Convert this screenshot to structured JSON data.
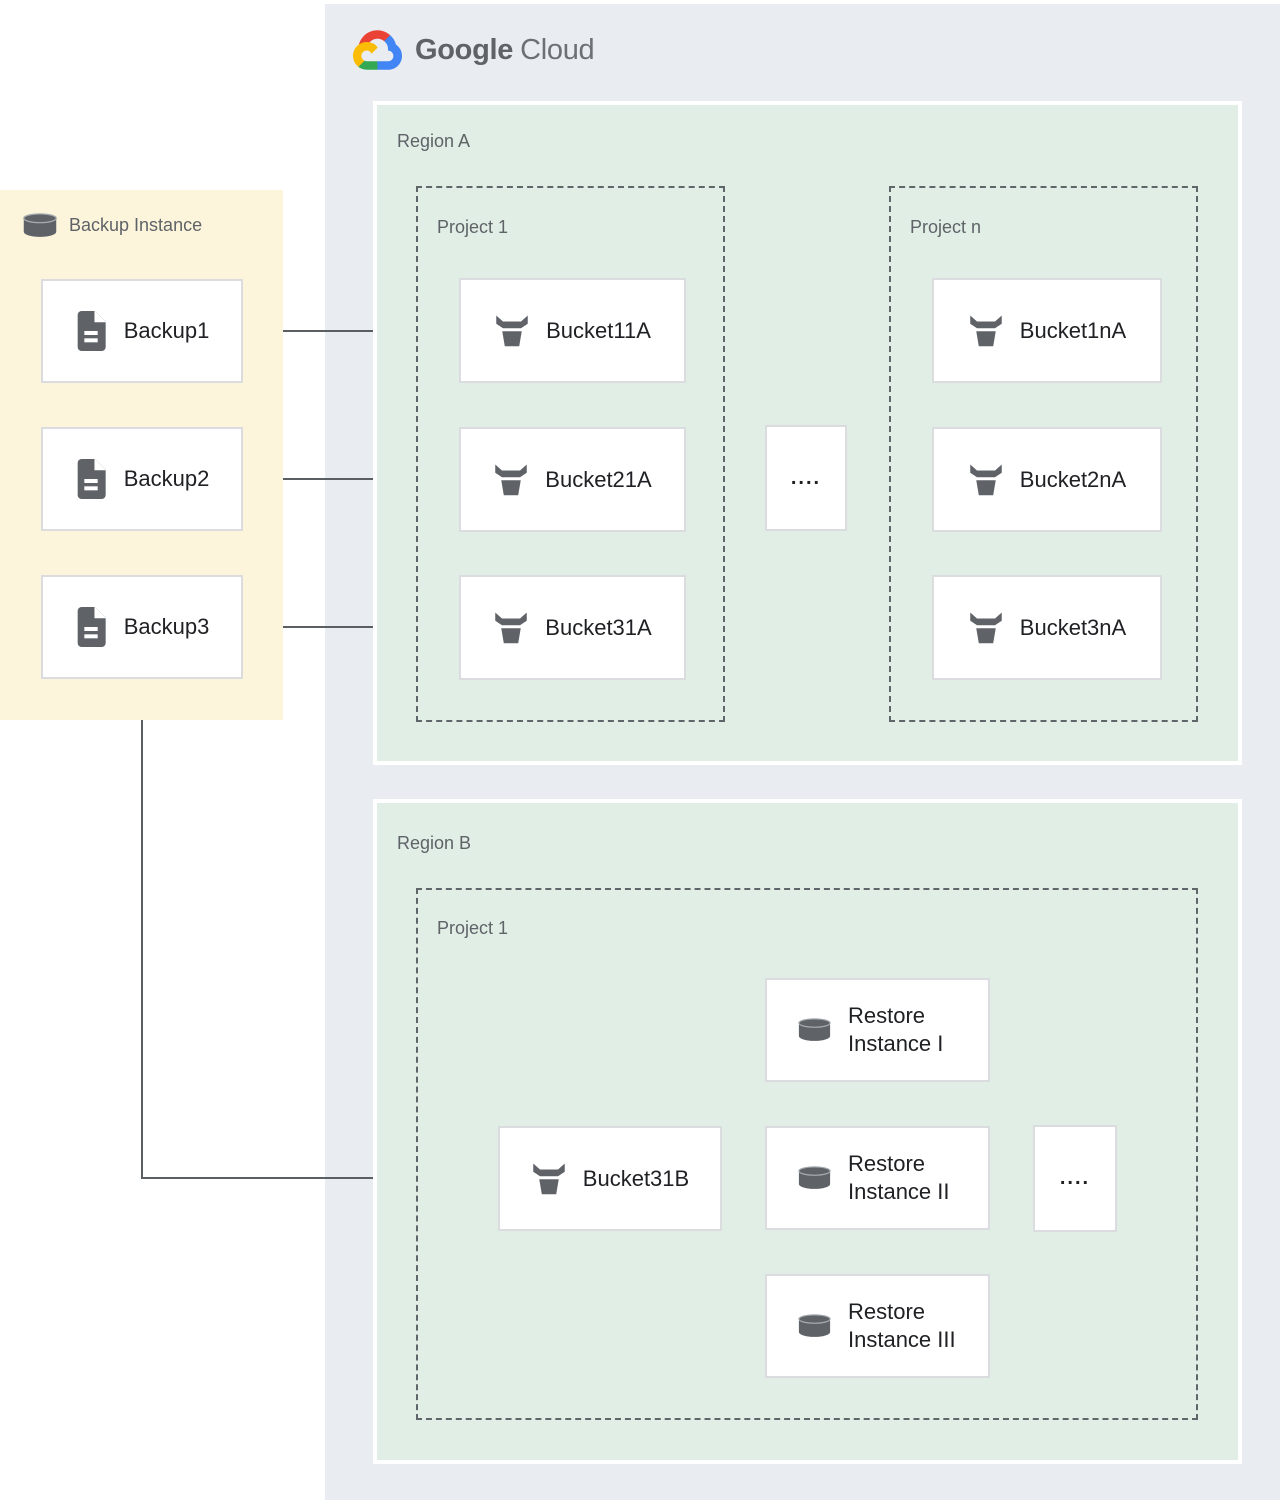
{
  "logo": {
    "google": "Google",
    "cloud": "Cloud"
  },
  "backup_panel": {
    "title": "Backup Instance",
    "items": [
      {
        "label": "Backup1"
      },
      {
        "label": "Backup2"
      },
      {
        "label": "Backup3"
      }
    ]
  },
  "region_a": {
    "label": "Region A",
    "project_1": {
      "label": "Project 1",
      "buckets": [
        {
          "label": "Bucket11A"
        },
        {
          "label": "Bucket21A"
        },
        {
          "label": "Bucket31A"
        }
      ]
    },
    "ellipsis": "....",
    "project_n": {
      "label": "Project n",
      "buckets": [
        {
          "label": "Bucket1nA"
        },
        {
          "label": "Bucket2nA"
        },
        {
          "label": "Bucket3nA"
        }
      ]
    }
  },
  "region_b": {
    "label": "Region B",
    "project_1": {
      "label": "Project 1",
      "bucket": {
        "label": "Bucket31B"
      },
      "restores": [
        {
          "line1": "Restore",
          "line2": "Instance I"
        },
        {
          "line1": "Restore",
          "line2": "Instance II"
        },
        {
          "line1": "Restore",
          "line2": "Instance III"
        }
      ],
      "ellipsis": "...."
    }
  },
  "colors": {
    "outer_background": "#e9edf1",
    "region_background": "#e1eee6",
    "backup_panel_background": "#fcf5dc",
    "node_border": "#dadce0",
    "dashed_border": "#60656a",
    "connector": "#5a5f63",
    "label_gray": "#5f6368",
    "node_text": "#202124",
    "logo_red": "#EA4335",
    "logo_blue": "#4285F4",
    "logo_green": "#34A853",
    "logo_yellow": "#FBBC05"
  }
}
